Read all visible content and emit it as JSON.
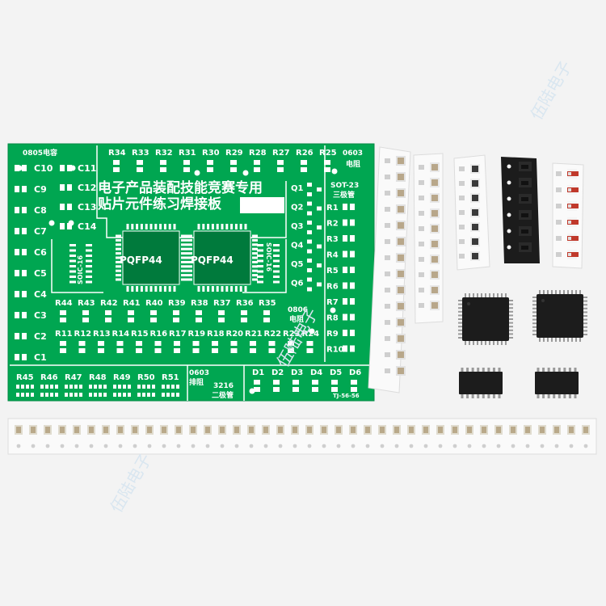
{
  "board": {
    "title_line1": "电子产品装配技能竞赛专用",
    "title_line2": "贴片元件练习焊接板",
    "code": "TJ-56-56",
    "capacitor_header": "0805电容",
    "resistor_0603_header": "0603",
    "resistor_label": "电阻",
    "transistor_header": "SOT-23",
    "transistor_label": "三极管",
    "resistor_0806": "0806",
    "resistor_0806_label": "电阻",
    "network_header": "0603",
    "network_label": "排阻",
    "diode_header": "3216",
    "diode_label": "二极管",
    "ic_left": "PQFP44",
    "ic_right": "PQFP44",
    "soic_left": "SOIC-16",
    "soic_right": "SOIC-16",
    "capacitors_left": [
      "C10",
      "C9",
      "C8",
      "C7",
      "C6",
      "C5",
      "C4",
      "C3",
      "C2",
      "C1"
    ],
    "capacitors_right": [
      "C11",
      "C12",
      "C13",
      "C14"
    ],
    "resistors_top": [
      "R34",
      "R33",
      "R32",
      "R31",
      "R30",
      "R29",
      "R28",
      "R27",
      "R26",
      "R25"
    ],
    "resistors_mid": [
      "R44",
      "R43",
      "R42",
      "R41",
      "R40",
      "R39",
      "R38",
      "R37",
      "R36",
      "R35"
    ],
    "resistors_low": [
      "R11",
      "R12",
      "R13",
      "R14",
      "R15",
      "R16",
      "R17",
      "R19",
      "R18",
      "R20",
      "R21",
      "R22",
      "R23",
      "R24"
    ],
    "resistors_right": [
      "R1",
      "R2",
      "R3",
      "R4",
      "R5",
      "R6",
      "R7",
      "R8",
      "R9",
      "R10"
    ],
    "resistors_bottom": [
      "R45",
      "R46",
      "R47",
      "R48",
      "R49",
      "R50",
      "R51"
    ],
    "transistors": [
      "Q1",
      "Q2",
      "Q3",
      "Q4",
      "Q5",
      "Q6"
    ],
    "diodes": [
      "D1",
      "D2",
      "D3",
      "D4",
      "D5",
      "D6"
    ]
  },
  "watermark": "伍陆电子",
  "colors": {
    "background": "#f3f3f3",
    "pcb": "#00a651",
    "silkscreen": "#ffffff",
    "pad": "#e9e9e9",
    "tape": "#fafafa",
    "chip": "#1c1c1c"
  }
}
